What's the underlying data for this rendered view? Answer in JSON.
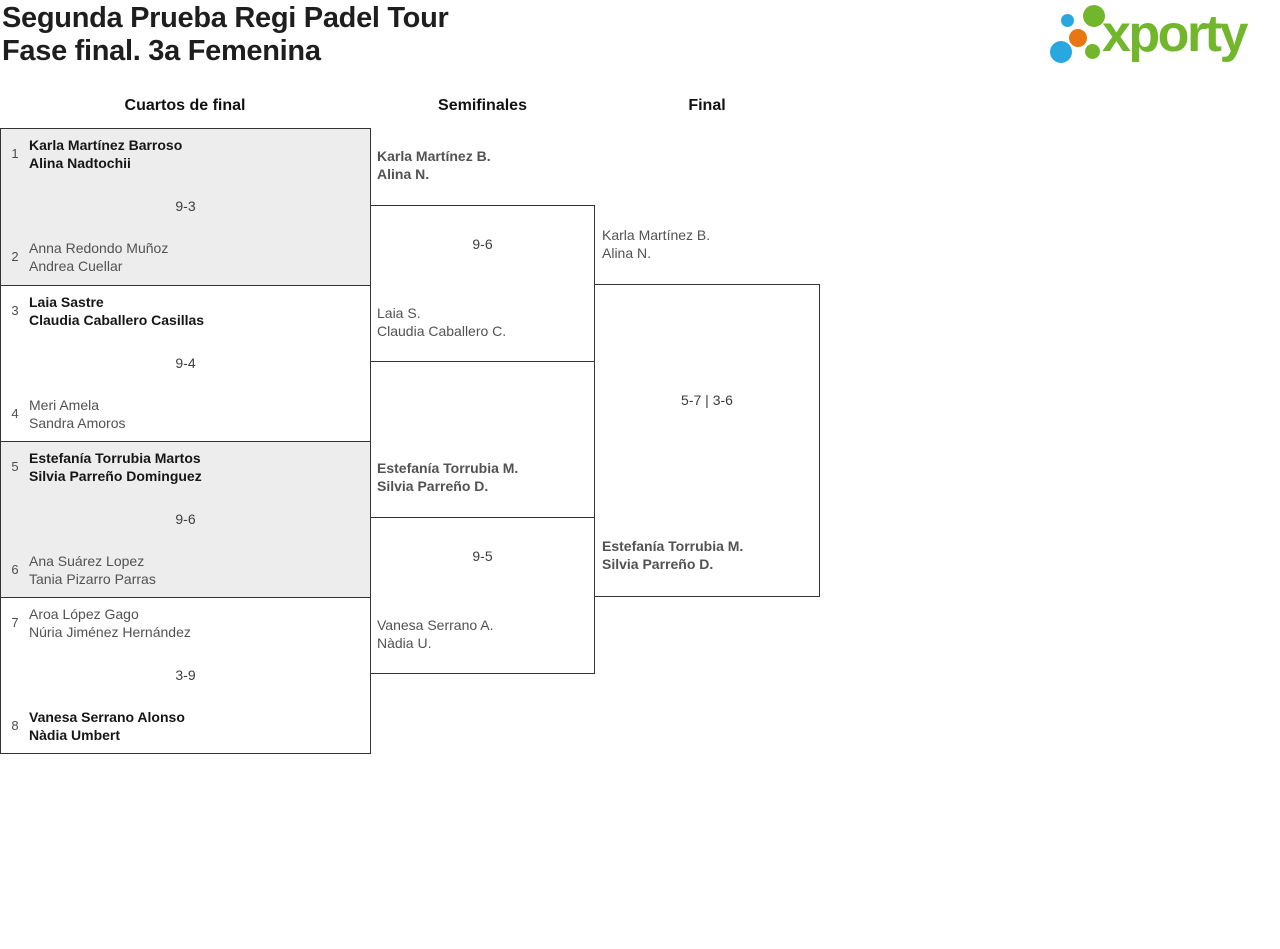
{
  "header": {
    "title_line1": "Segunda Prueba Regi Padel Tour",
    "title_line2": "Fase final. 3a Femenina"
  },
  "logo": {
    "wordmark": "xporty",
    "green": "#72b62c",
    "blue": "#29a8e0",
    "orange": "#e87613"
  },
  "round_headers": {
    "quarterfinals": "Cuartos de final",
    "semifinals": "Semifinales",
    "final": "Final"
  },
  "quarterfinals": [
    {
      "seed_top": "1",
      "top1": "Karla Martínez Barroso",
      "top2": "Alina Nadtochii",
      "top_winner": true,
      "score": "9-3",
      "seed_bottom": "2",
      "bottom1": "Anna Redondo Muñoz",
      "bottom2": "Andrea Cuellar",
      "bottom_winner": false
    },
    {
      "seed_top": "3",
      "top1": "Laia Sastre",
      "top2": "Claudia Caballero Casillas",
      "top_winner": true,
      "score": "9-4",
      "seed_bottom": "4",
      "bottom1": "Meri Amela",
      "bottom2": "Sandra Amoros",
      "bottom_winner": false
    },
    {
      "seed_top": "5",
      "top1": "Estefanía Torrubia Martos",
      "top2": "Silvia Parreño Dominguez",
      "top_winner": true,
      "score": "9-6",
      "seed_bottom": "6",
      "bottom1": "Ana Suárez Lopez",
      "bottom2": "Tania Pizarro Parras",
      "bottom_winner": false
    },
    {
      "seed_top": "7",
      "top1": "Aroa López Gago",
      "top2": "Núria Jiménez Hernández",
      "top_winner": false,
      "score": "3-9",
      "seed_bottom": "8",
      "bottom1": "Vanesa Serrano Alonso",
      "bottom2": "Nàdia Umbert",
      "bottom_winner": true
    }
  ],
  "semifinals": [
    {
      "top1": "Karla Martínez B.",
      "top2": "Alina N.",
      "top_winner": true,
      "score": "9-6",
      "bottom1": "Laia S.",
      "bottom2": "Claudia Caballero C.",
      "bottom_winner": false
    },
    {
      "top1": "Estefanía Torrubia M.",
      "top2": "Silvia Parreño D.",
      "top_winner": true,
      "score": "9-5",
      "bottom1": "Vanesa Serrano A.",
      "bottom2": "Nàdia U.",
      "bottom_winner": false
    }
  ],
  "final": {
    "top1": "Karla Martínez B.",
    "top2": "Alina N.",
    "top_winner": false,
    "score": "5-7 | 3-6",
    "bottom1": "Estefanía Torrubia M.",
    "bottom2": "Silvia Parreño D.",
    "bottom_winner": true
  }
}
